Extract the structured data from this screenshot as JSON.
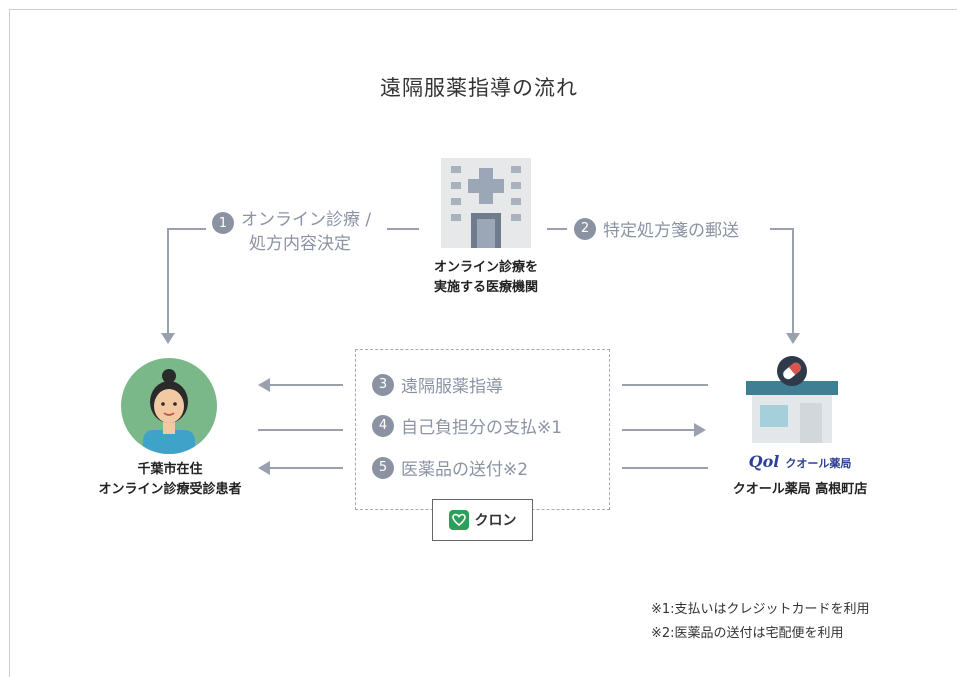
{
  "title": "遠隔服薬指導の流れ",
  "hospital": {
    "label_line1": "オンライン診療を",
    "label_line2": "実施する医療機関"
  },
  "patient": {
    "label_line1": "千葉市在住",
    "label_line2": "オンライン診療受診患者"
  },
  "pharmacy": {
    "logo_text": "Qol",
    "logo_kana": "クオール薬局",
    "label": "クオール薬局 高根町店"
  },
  "steps": [
    {
      "num": "1",
      "text_line1": "オンライン診療 /",
      "text_line2": "処方内容決定"
    },
    {
      "num": "2",
      "text": "特定処方箋の郵送"
    },
    {
      "num": "3",
      "text": "遠隔服薬指導"
    },
    {
      "num": "4",
      "text": "自己負担分の支払※1"
    },
    {
      "num": "5",
      "text": "医薬品の送付※2"
    }
  ],
  "service": {
    "name": "クロン"
  },
  "notes": [
    "※1:支払いはクレジットカードを利用",
    "※2:医薬品の送付は宅配便を利用"
  ],
  "colors": {
    "arrow": "#9aa1ae",
    "step_circle": "#8b93a3",
    "cron_green": "#2f9e5a",
    "avatar_bg": "#7ab88a"
  }
}
